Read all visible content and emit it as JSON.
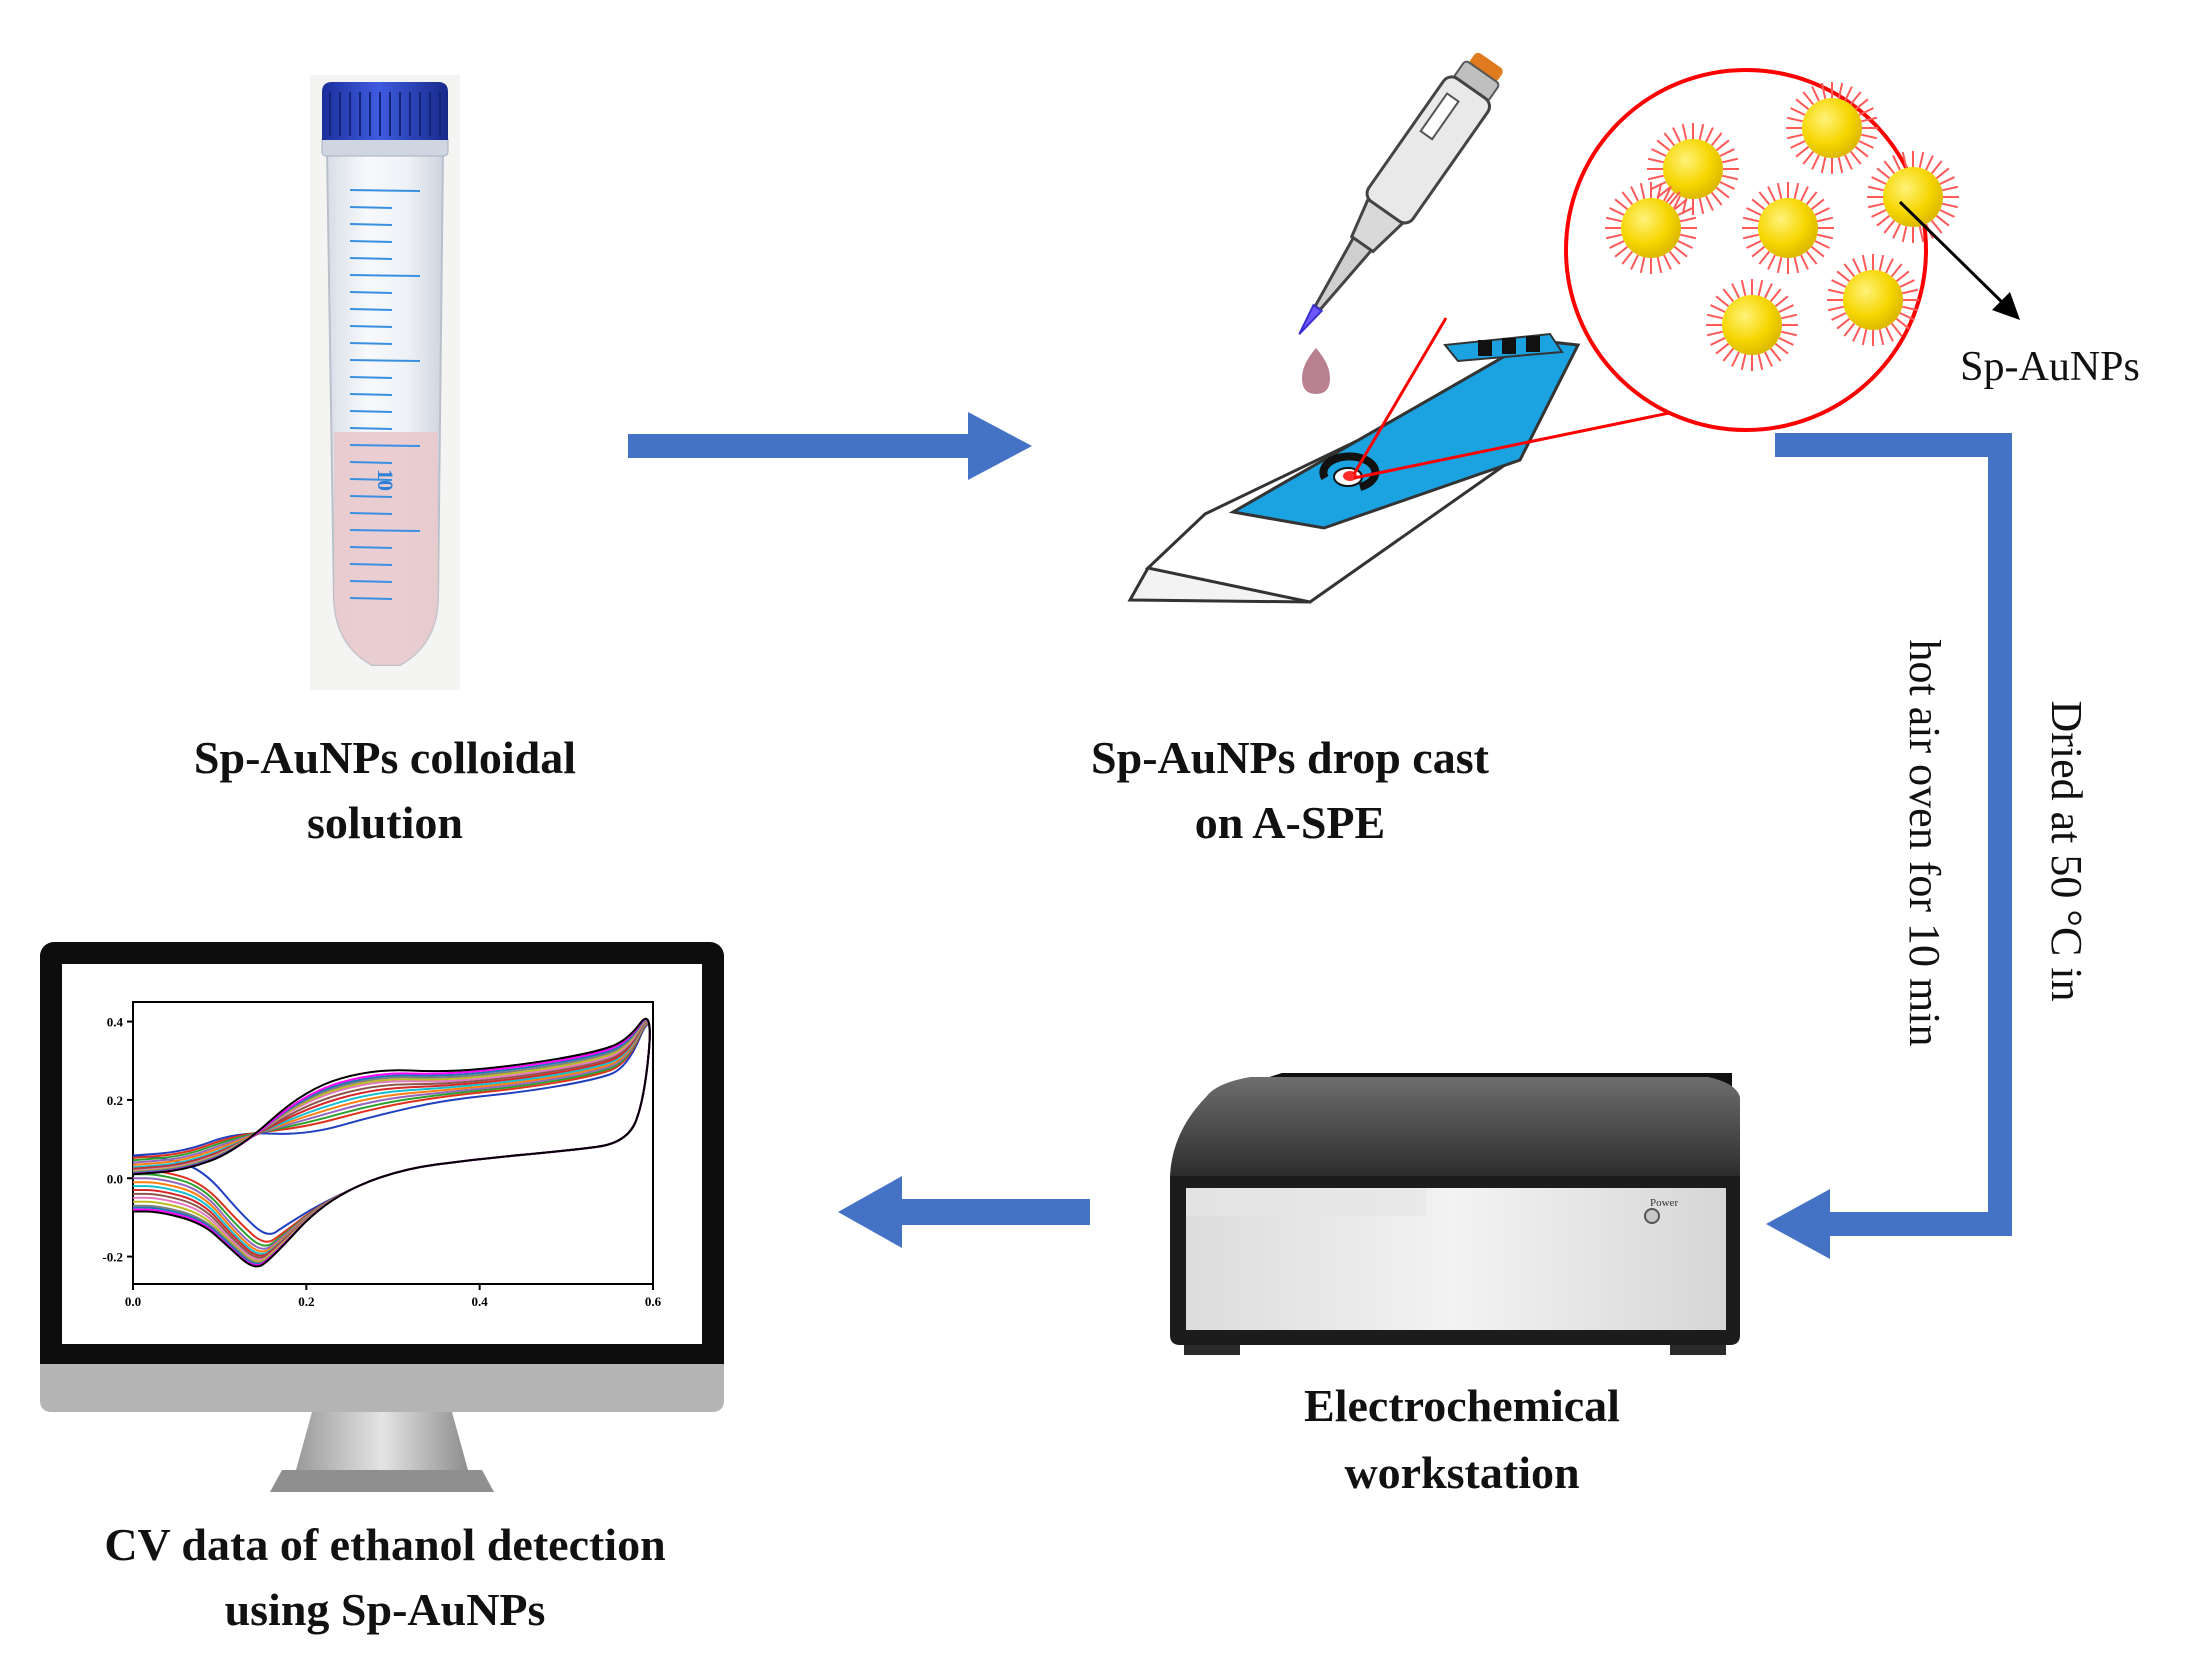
{
  "steps": {
    "colloid": {
      "caption_line1": "Sp-AuNPs colloidal",
      "caption_line2": "solution"
    },
    "dropcast": {
      "caption_line1": "Sp-AuNPs drop cast",
      "caption_line2": "on A-SPE"
    },
    "workstation": {
      "caption_line1": "Electrochemical",
      "caption_line2": "workstation",
      "power_label": "Power"
    },
    "cv": {
      "caption_line1": "CV data of ethanol detection",
      "caption_line2": "using Sp-AuNPs"
    }
  },
  "zoom": {
    "label": "Sp-AuNPs",
    "particle_count": 7
  },
  "drying": {
    "line1": "Dried at 50 °C in",
    "line2": "hot air oven for 10 min"
  },
  "tube": {
    "graduation_label": "10"
  },
  "colors": {
    "arrow": "#4472c4",
    "screen_blue": "#1aa3e0",
    "nanoparticle": "#f6d600",
    "ligand": "#ff5a5a",
    "zoom_outline": "#ff0000",
    "tube_cap": "#2440c8",
    "tube_liquid": "#e8c9cc"
  },
  "chart_data": {
    "type": "line",
    "x_ticks": [
      "0.0",
      "0.2",
      "0.4",
      "0.6"
    ],
    "y_ticks": [
      "0.4",
      "0.2",
      "0.0",
      "-0.2"
    ],
    "xlim": [
      0.0,
      0.6
    ],
    "ylim": [
      -0.27,
      0.45
    ],
    "series_colors": [
      "#1f3fbf",
      "#e0301e",
      "#2ca02c",
      "#9467bd",
      "#ff7f0e",
      "#17becf",
      "#d62728",
      "#8c564b",
      "#e377c2",
      "#bcbd22",
      "#7f7f7f",
      "#1f77b4",
      "#ff00ff",
      "#000000"
    ],
    "forward_start_y": [
      0.058,
      0.052,
      0.046,
      0.04,
      0.034,
      0.028,
      0.024,
      0.021,
      0.019,
      0.017,
      0.015,
      0.013,
      0.011,
      0.01
    ],
    "forward_shoulder_y": [
      0.16,
      0.18,
      0.19,
      0.2,
      0.21,
      0.22,
      0.23,
      0.24,
      0.25,
      0.255,
      0.26,
      0.265,
      0.27,
      0.28
    ],
    "forward_plateau_y": [
      0.22,
      0.23,
      0.235,
      0.24,
      0.245,
      0.25,
      0.255,
      0.26,
      0.265,
      0.27,
      0.275,
      0.28,
      0.285,
      0.29
    ],
    "reverse_trough_y": [
      -0.152,
      -0.172,
      -0.182,
      -0.19,
      -0.197,
      -0.203,
      -0.208,
      -0.213,
      -0.218,
      -0.222,
      -0.226,
      -0.229,
      -0.232,
      -0.235
    ],
    "reverse_trough_x": [
      0.155,
      0.152,
      0.15,
      0.148,
      0.147,
      0.146,
      0.145,
      0.144,
      0.143,
      0.142,
      0.142,
      0.141,
      0.14,
      0.14
    ],
    "reverse_end_y": [
      0.055,
      0.02,
      0.01,
      0.0,
      -0.01,
      -0.02,
      -0.03,
      -0.04,
      -0.05,
      -0.06,
      -0.07,
      -0.075,
      -0.08,
      -0.085
    ]
  }
}
